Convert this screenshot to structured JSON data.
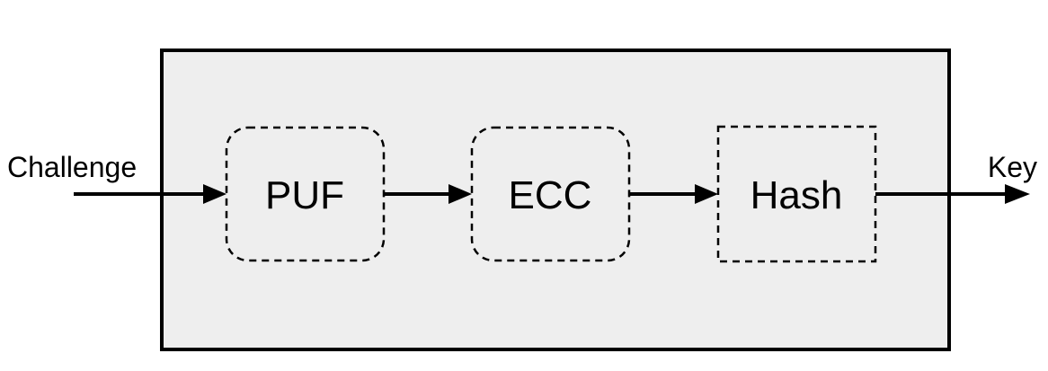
{
  "diagram": {
    "input_label": "Challenge",
    "output_label": "Key",
    "blocks": [
      {
        "label": "PUF",
        "shape": "rounded-dashed"
      },
      {
        "label": "ECC",
        "shape": "rounded-dashed"
      },
      {
        "label": "Hash",
        "shape": "square-dashed"
      }
    ],
    "colors": {
      "container_fill": "#eeeeee",
      "stroke": "#000000",
      "background": "#ffffff"
    }
  }
}
